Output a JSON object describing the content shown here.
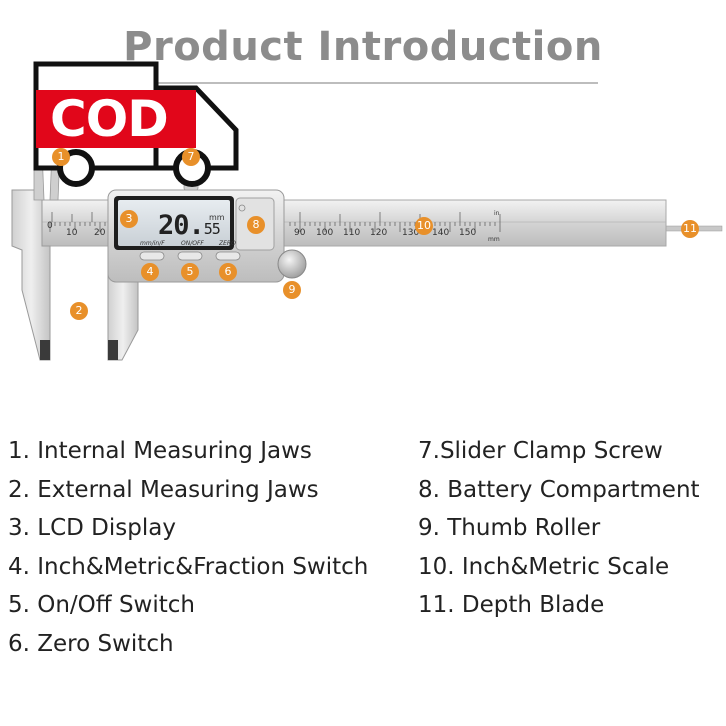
{
  "title": "Product Introduction",
  "cod_label": "COD",
  "lcd": {
    "value_main": "20.",
    "value_small": "55",
    "unit": "mm"
  },
  "buttons": {
    "mode": "mm/in/F",
    "power": "ON/OFF",
    "zero": "ZERO"
  },
  "scale": {
    "numbers": [
      "0",
      "10",
      "20",
      "90",
      "100",
      "110",
      "120",
      "130",
      "140",
      "150"
    ],
    "unit_inch": "in",
    "unit_mm": "mm"
  },
  "badges": [
    "1",
    "2",
    "3",
    "4",
    "5",
    "6",
    "7",
    "8",
    "9",
    "10",
    "11"
  ],
  "features_left": [
    "1. Internal Measuring Jaws",
    "2. External Measuring Jaws",
    "3. LCD Display",
    "4. Inch&Metric&Fraction Switch",
    "5. On/Off Switch",
    "6. Zero Switch"
  ],
  "features_right": [
    "7.Slider Clamp Screw",
    "8. Battery Compartment",
    "9. Thumb Roller",
    "10. Inch&Metric Scale",
    "11. Depth Blade"
  ],
  "colors": {
    "badge": "#e8902a",
    "cod_red": "#e1061a",
    "title_gray": "#8c8c8c",
    "steel": "#d9d9d9"
  }
}
